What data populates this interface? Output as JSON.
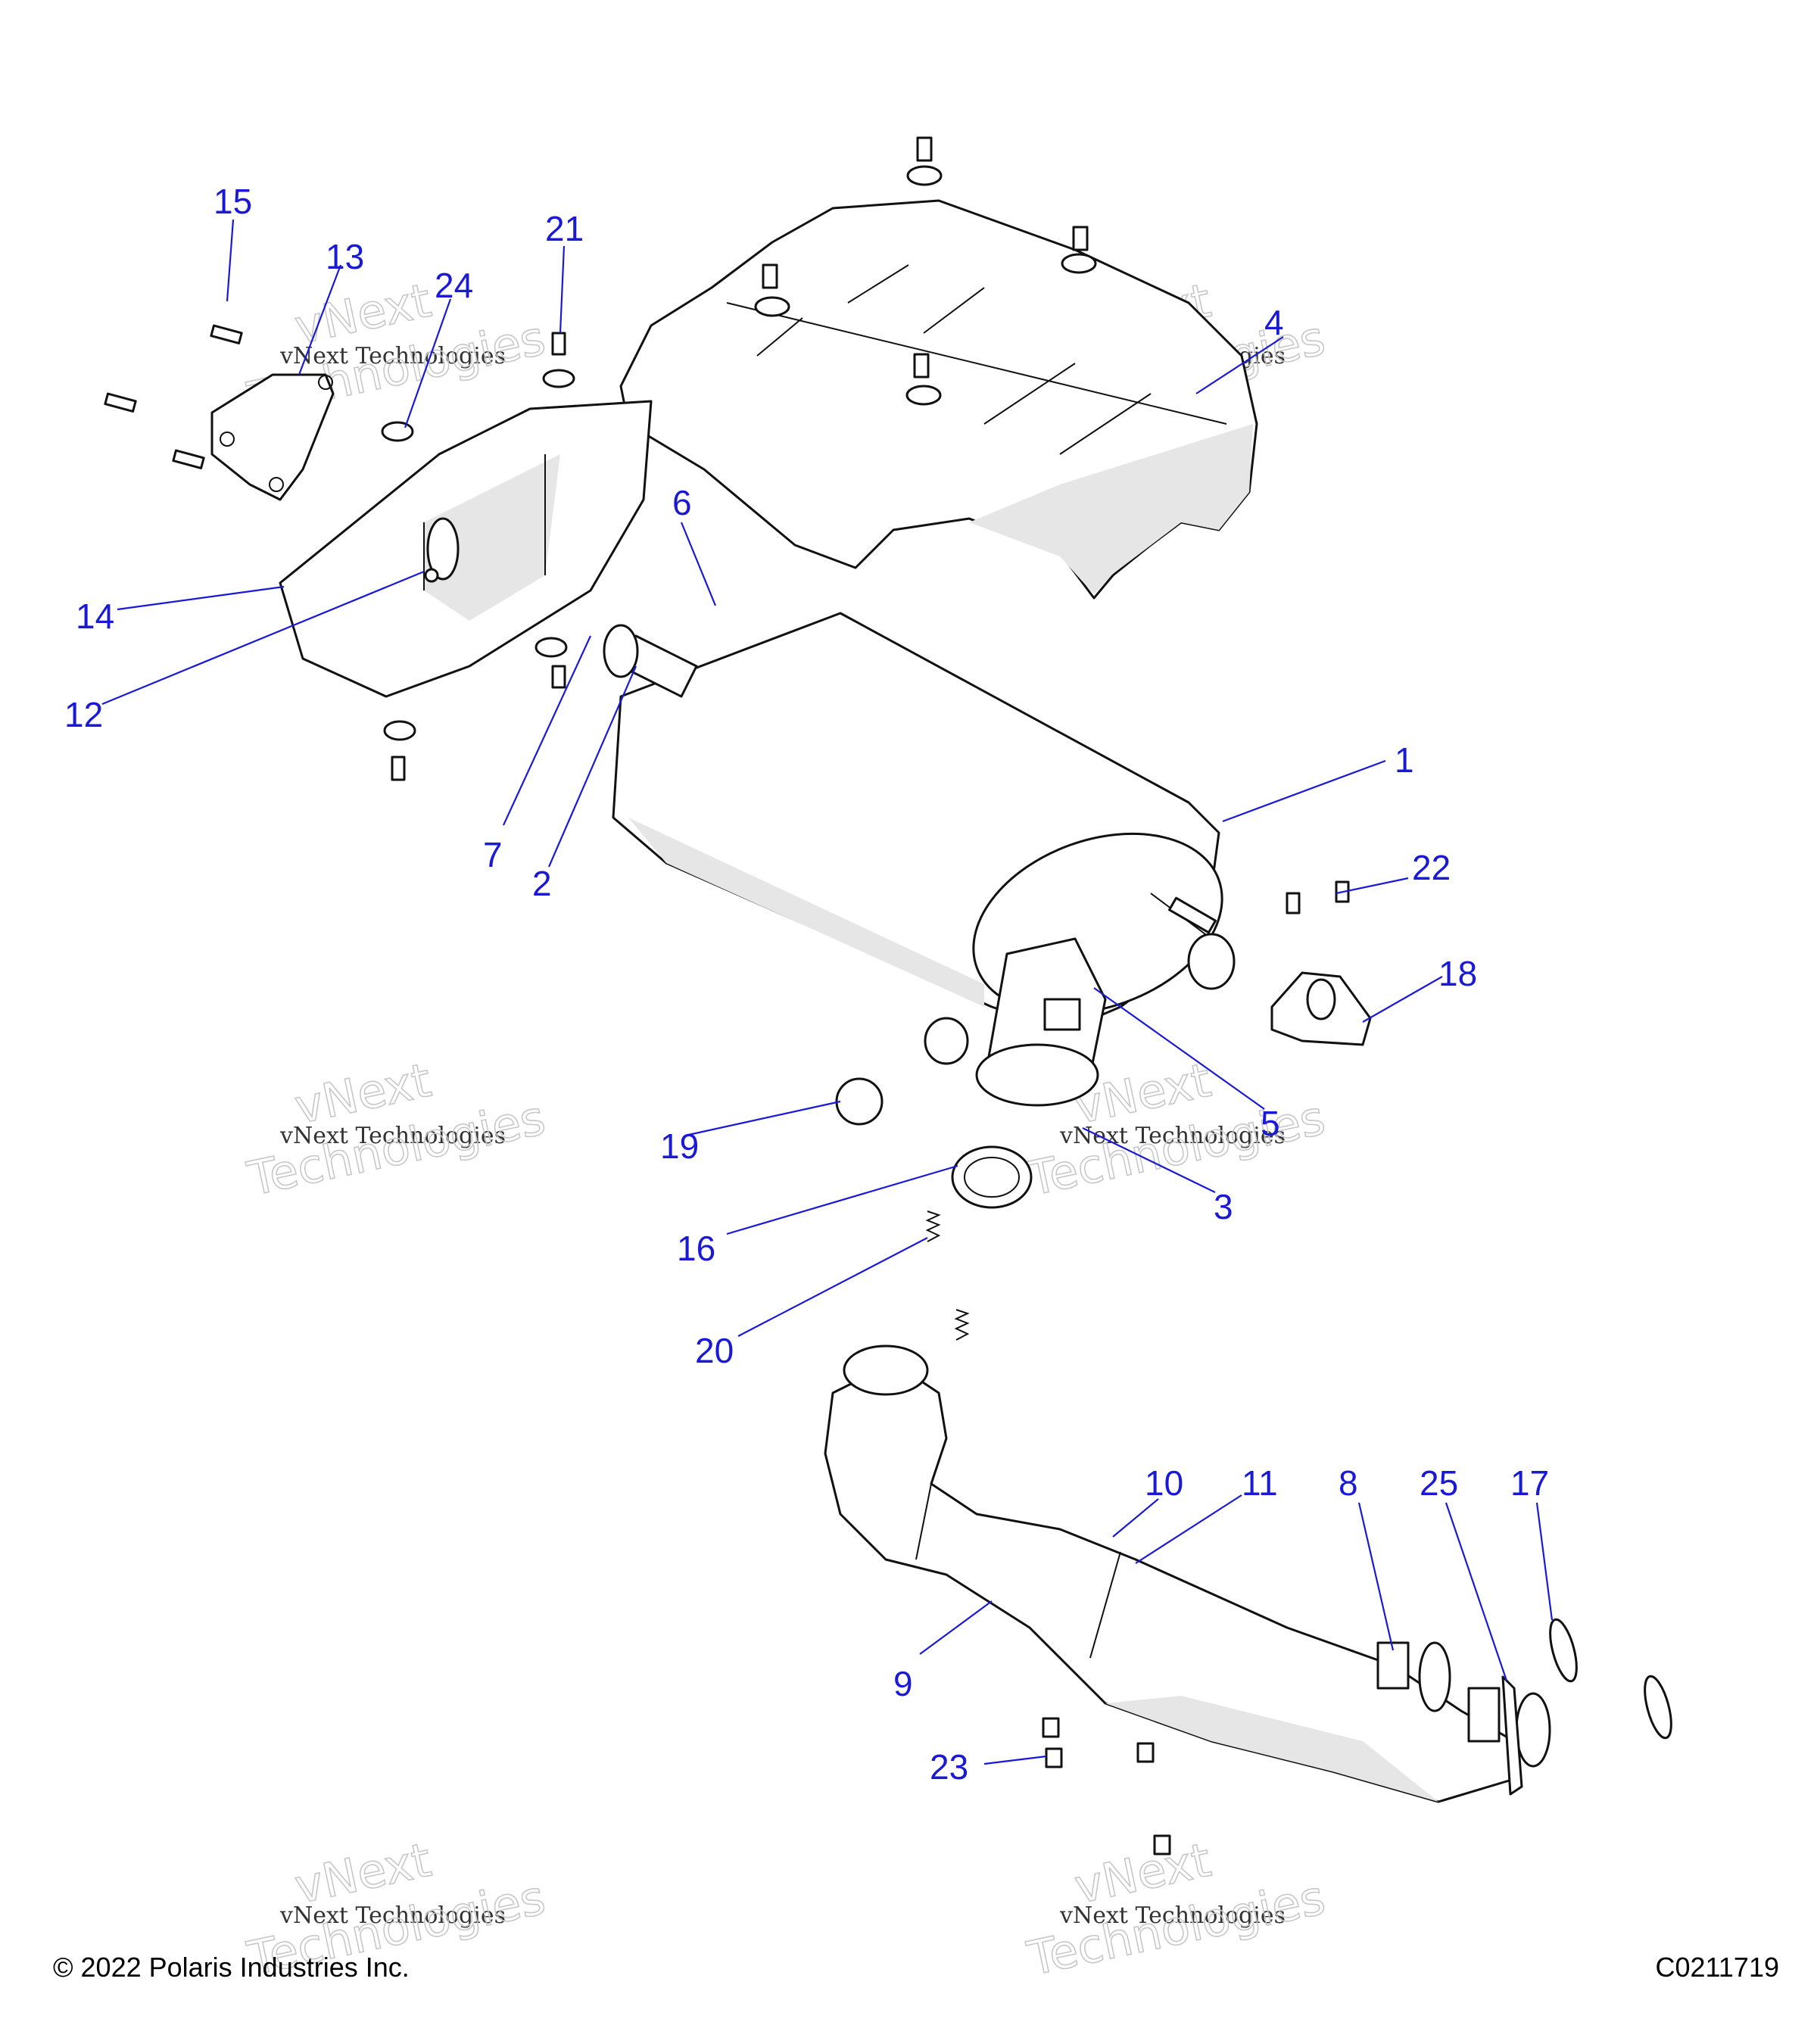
{
  "diagram": {
    "callouts": [
      {
        "id": "1",
        "label": "1"
      },
      {
        "id": "2",
        "label": "2"
      },
      {
        "id": "3",
        "label": "3"
      },
      {
        "id": "4",
        "label": "4"
      },
      {
        "id": "5",
        "label": "5"
      },
      {
        "id": "6",
        "label": "6"
      },
      {
        "id": "7",
        "label": "7"
      },
      {
        "id": "8",
        "label": "8"
      },
      {
        "id": "9",
        "label": "9"
      },
      {
        "id": "10",
        "label": "10"
      },
      {
        "id": "11",
        "label": "11"
      },
      {
        "id": "12",
        "label": "12"
      },
      {
        "id": "13",
        "label": "13"
      },
      {
        "id": "14",
        "label": "14"
      },
      {
        "id": "15",
        "label": "15"
      },
      {
        "id": "16",
        "label": "16"
      },
      {
        "id": "17",
        "label": "17"
      },
      {
        "id": "18",
        "label": "18"
      },
      {
        "id": "19",
        "label": "19"
      },
      {
        "id": "20",
        "label": "20"
      },
      {
        "id": "21",
        "label": "21"
      },
      {
        "id": "22",
        "label": "22"
      },
      {
        "id": "23",
        "label": "23"
      },
      {
        "id": "24",
        "label": "24"
      },
      {
        "id": "25",
        "label": "25"
      }
    ],
    "watermark": {
      "line1": "vNext Technologies",
      "line2": "vNext",
      "line3": "Technologies"
    }
  },
  "footer": {
    "copyright": "© 2022 Polaris Industries Inc.",
    "figure_id": "C0211719"
  },
  "colors": {
    "callout": "#1a1ad6",
    "line": "#111111",
    "shade": "#e6e6e6"
  }
}
